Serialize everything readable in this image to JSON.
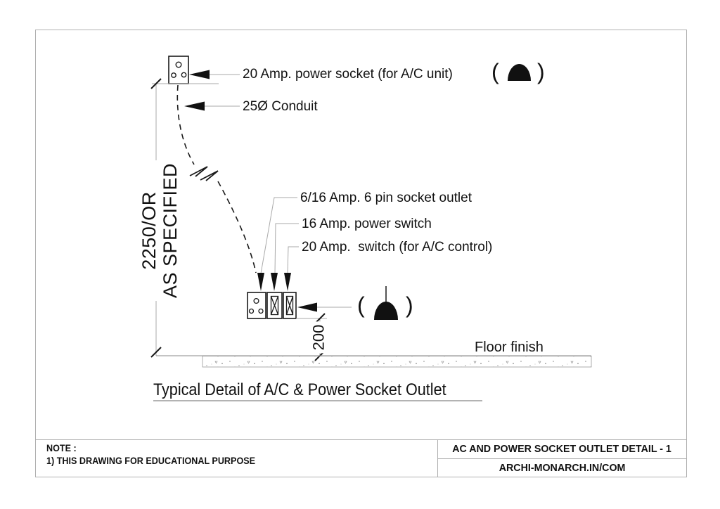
{
  "colors": {
    "line": "#1a1a1a",
    "dim_line": "#a9a9a9",
    "frame": "#b0b0b0",
    "text": "#111111"
  },
  "annotations": {
    "top_socket_label": "20 Amp. power socket (for A/C unit)",
    "conduit_label": "25Ø Conduit",
    "six_pin_label": "6/16 Amp. 6 pin socket outlet",
    "power_switch_label": "16 Amp. power switch",
    "ac_switch_label": "20 Amp.  switch (for A/C control)",
    "floor_label": "Floor finish",
    "paren_open": "(",
    "paren_close": ")"
  },
  "dimensions": {
    "height_line1": "2250/OR",
    "height_line2": "AS SPECIFIED",
    "floor_offset": "200"
  },
  "caption": "Typical Detail of A/C & Power Socket Outlet",
  "title_block": {
    "note_heading": "NOTE :",
    "note_item": "1) THIS DRAWING FOR EDUCATIONAL PURPOSE",
    "sheet_title": "AC AND POWER SOCKET OUTLET DETAIL - 1",
    "source": "ARCHI-MONARCH.IN/COM"
  }
}
